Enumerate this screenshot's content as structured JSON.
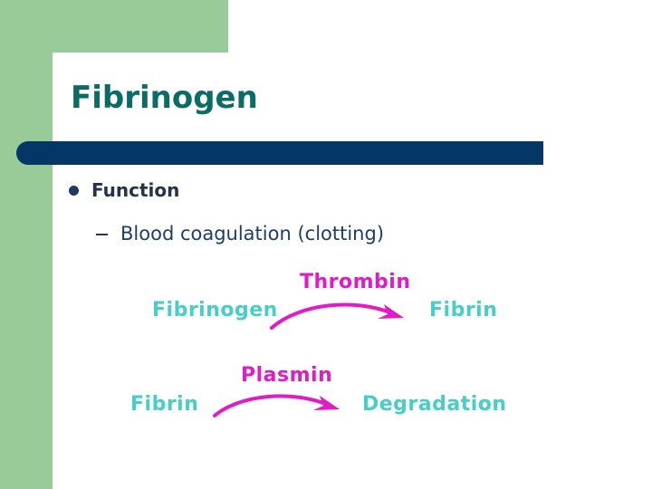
{
  "slide": {
    "title": "Fibrinogen",
    "bullets": [
      {
        "level": 1,
        "marker": "disc",
        "text": "Function"
      },
      {
        "level": 2,
        "marker": "dash",
        "text": "Blood coagulation (clotting)"
      }
    ],
    "reactions": [
      {
        "substrate": "Fibrinogen",
        "enzyme": "Thrombin",
        "product": "Fibrin"
      },
      {
        "substrate": "Fibrin",
        "enzyme": "Plasmin",
        "product": "Degradation"
      }
    ]
  },
  "colors": {
    "panel_green": "#99cb98",
    "bar_navy": "#043765",
    "title_teal": "#0b6b65",
    "bullet_navy": "#24324b",
    "subbullet_navy": "#1d3f66",
    "species_cyan": "#45cfc8",
    "enzyme_magenta": "#e11bc8",
    "background_white": "#ffffff"
  }
}
